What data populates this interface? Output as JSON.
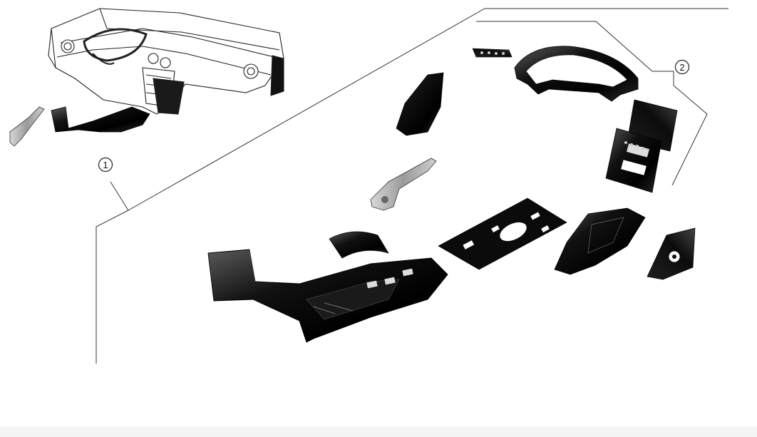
{
  "callouts": [
    {
      "id": "1",
      "label": "1"
    },
    {
      "id": "2",
      "label": "2"
    }
  ],
  "colors": {
    "part_dark": "#0a0a0a",
    "part_mid": "#3a3a3a",
    "line": "#333333",
    "background": "#ffffff"
  }
}
